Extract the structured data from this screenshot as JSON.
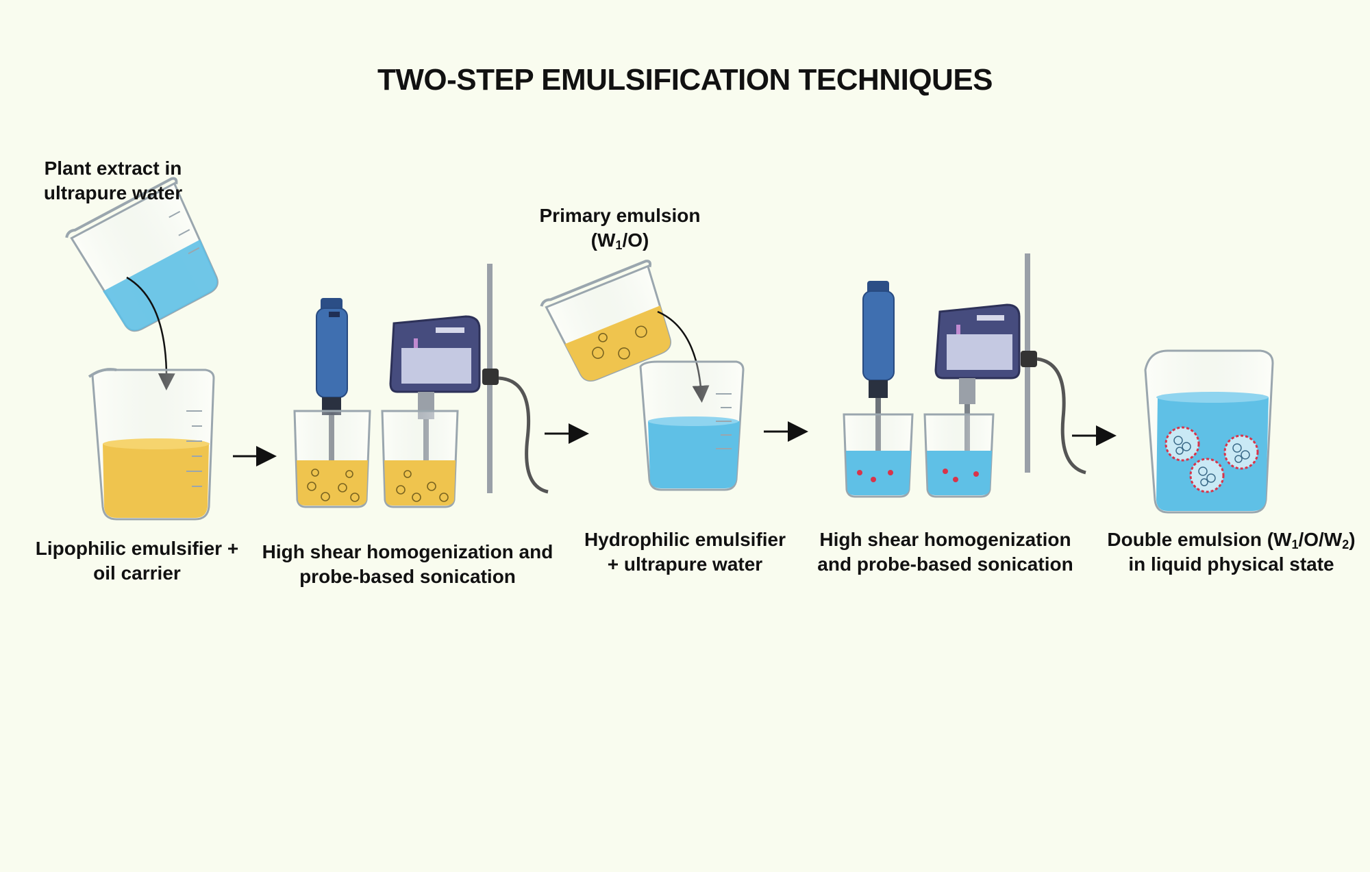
{
  "title": "TWO-STEP EMULSIFICATION TECHNIQUES",
  "labels": {
    "plant_extract": [
      "Plant extract in",
      "ultrapure water"
    ],
    "lipophilic": [
      "Lipophilic emulsifier +",
      "oil carrier"
    ],
    "step1_process": [
      "High shear homogenization and",
      "probe-based sonication"
    ],
    "primary_emulsion": {
      "line1": "Primary emulsion",
      "pre": "(W",
      "sub": "1",
      "post": "/O)"
    },
    "hydrophilic": [
      "Hydrophilic emulsifier",
      "+ ultrapure water"
    ],
    "step2_process": [
      "High shear homogenization",
      "and probe-based sonication"
    ],
    "double_emulsion": {
      "p1": "Double emulsion (W",
      "s1": "1",
      "p2": "/O/W",
      "s2": "2",
      "p3": ")",
      "line2": "in liquid physical state"
    }
  },
  "colors": {
    "background": "#f9fcef",
    "oil": "#efc44e",
    "water": "#5fc0e6",
    "instrument_blue": "#3f6fb0",
    "sonicator_body": "#464c7e",
    "droplet_red": "#d8344a"
  }
}
